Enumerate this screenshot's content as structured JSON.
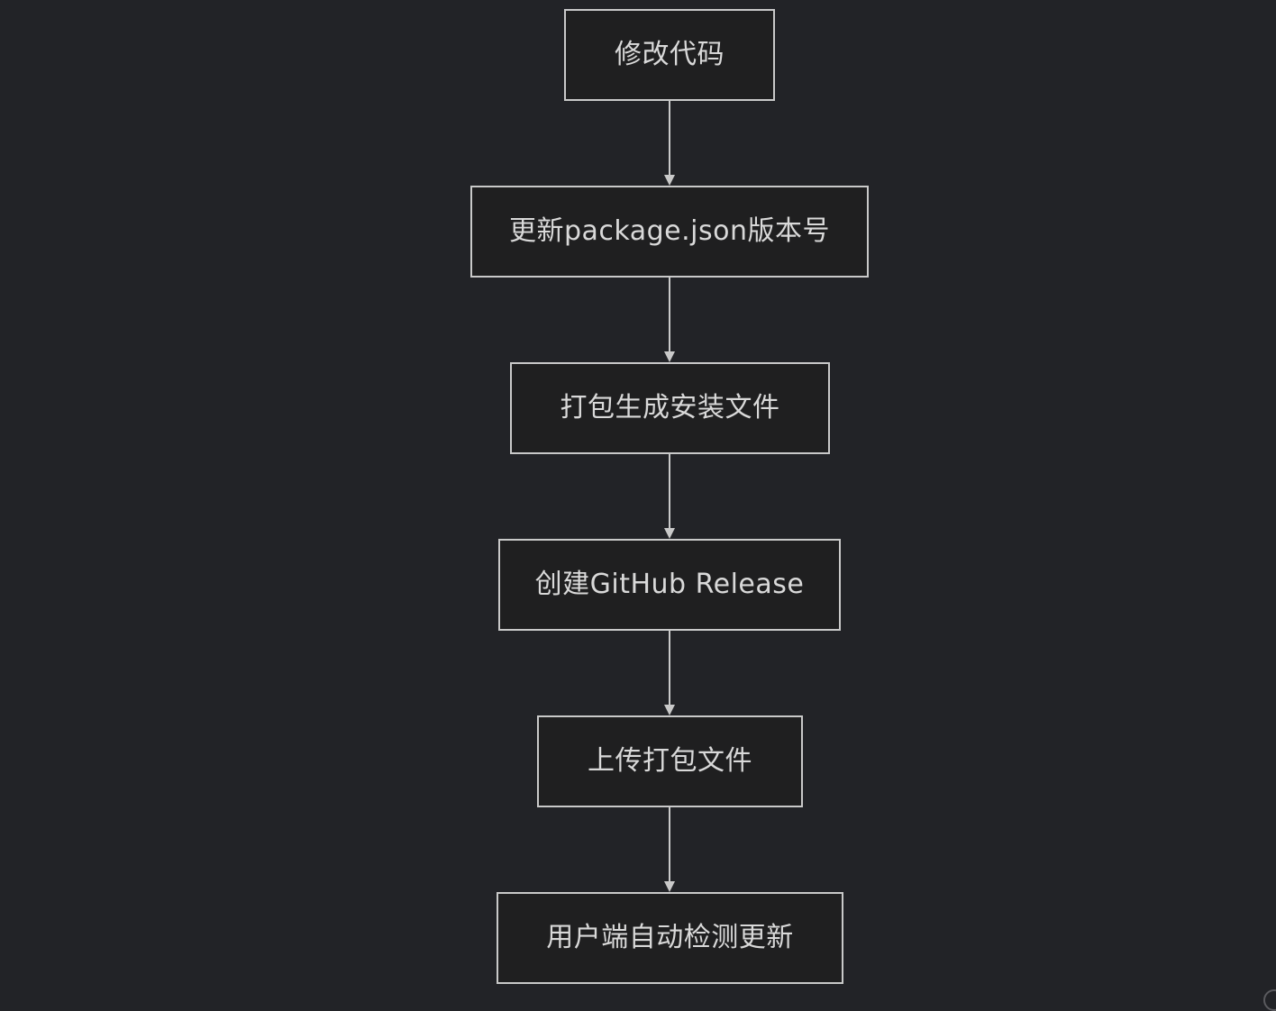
{
  "diagram": {
    "nodes": [
      {
        "id": "modify-code",
        "label": "修改代码"
      },
      {
        "id": "update-version",
        "label": "更新package.json版本号"
      },
      {
        "id": "build-installer",
        "label": "打包生成安装文件"
      },
      {
        "id": "create-release",
        "label": "创建GitHub Release"
      },
      {
        "id": "upload-files",
        "label": "上传打包文件"
      },
      {
        "id": "client-update",
        "label": "用户端自动检测更新"
      }
    ],
    "edges": [
      {
        "from": "modify-code",
        "to": "update-version"
      },
      {
        "from": "update-version",
        "to": "build-installer"
      },
      {
        "from": "build-installer",
        "to": "create-release"
      },
      {
        "from": "create-release",
        "to": "upload-files"
      },
      {
        "from": "upload-files",
        "to": "client-update"
      }
    ],
    "colors": {
      "background": "#222327",
      "node_fill": "#1f1f20",
      "node_border": "#c9c9c9",
      "text": "#d9d9d9",
      "edge": "#c9c9c9"
    }
  }
}
